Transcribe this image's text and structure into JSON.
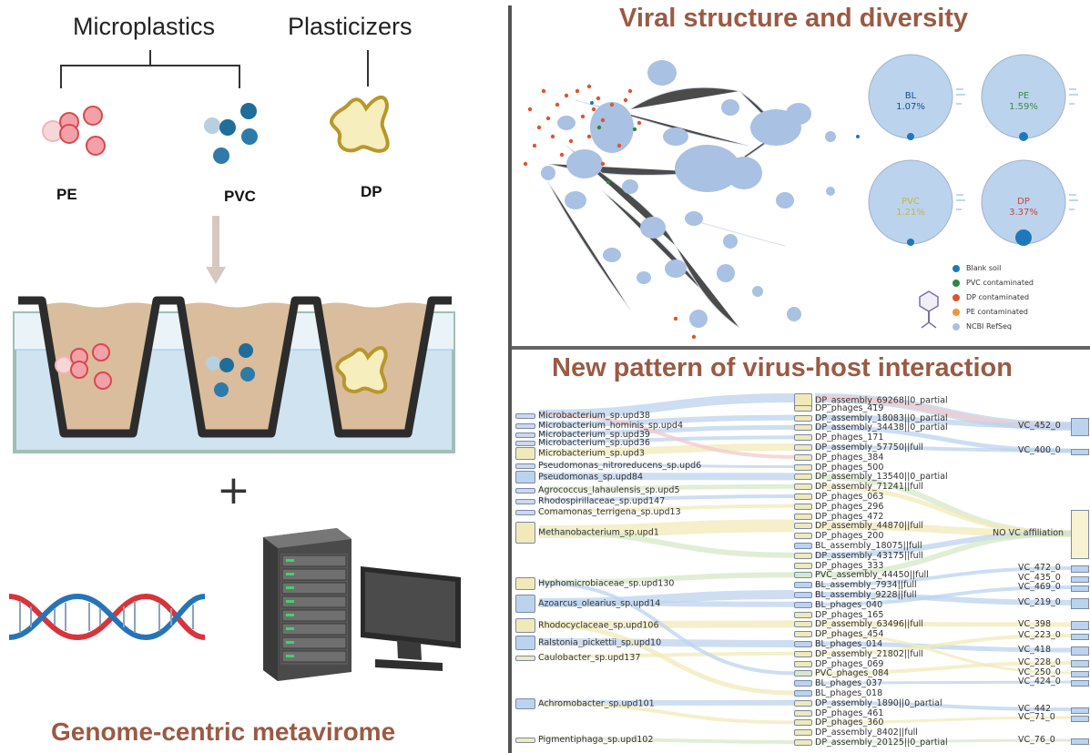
{
  "colors": {
    "title_brown": "#9a5a43",
    "pe_red": "#d9484e",
    "pvc_blue": "#1f6d99",
    "dp_yellow": "#f1e9b8",
    "soil": "#d9bd9c",
    "water": "#cfe3f1",
    "network_node": "#a9c1e2",
    "dna_red": "#d8343a",
    "dna_blue": "#2574b8",
    "legend_blank": "#1f79b8",
    "legend_pvc": "#2a8a3a",
    "legend_dp": "#e0542d",
    "legend_pe": "#f29533",
    "legend_ncbi": "#a9c1e2"
  },
  "left": {
    "microplastics": "Microplastics",
    "plasticizers": "Plasticizers",
    "pe": "PE",
    "pvc": "PVC",
    "dp": "DP",
    "plus": "+",
    "bottom_title": "Genome-centric metavirome",
    "icons": [
      "pe-particles-icon",
      "pvc-particles-icon",
      "dp-plasticizer-icon",
      "down-arrow-icon",
      "pots-in-water-tray",
      "dna-helix-icon",
      "server-rack-icon",
      "monitor-icon"
    ]
  },
  "top_right": {
    "title": "Viral structure and diversity",
    "pies": [
      {
        "name": "BL",
        "pct": "1.07%",
        "color": "#1a4b8a"
      },
      {
        "name": "PE",
        "pct": "1.59%",
        "color": "#3f8a4a"
      },
      {
        "name": "PVC",
        "pct": "1.21%",
        "color": "#c9b53a"
      },
      {
        "name": "DP",
        "pct": "3.37%",
        "color": "#c0453f"
      }
    ],
    "legend": [
      "Blank soil",
      "PVC contaminated",
      "DP contaminated",
      "PE contaminated",
      "NCBI RefSeq"
    ]
  },
  "bottom_right": {
    "title": "New pattern of virus-host interaction",
    "hosts": [
      "Microbacterium_sp.upd38",
      "Microbacterium_hominis_sp.upd4",
      "Microbacterium_sp.upd39",
      "Microbacterium_sp.upd36",
      "Microbacterium_sp.upd3",
      "Pseudomonas_nitroreducens_sp.upd6",
      "Pseudomonas_sp.upd84",
      "Agrococcus_lahaulensis_sp.upd5",
      "Rhodospirillaceae_sp.upd147",
      "Comamonas_terrigena_sp.upd13",
      "Methanobacterium_sp.upd1",
      "Hyphomicrobiaceae_sp.upd130",
      "Azoarcus_olearius_sp.upd14",
      "Rhodocyclaceae_sp.upd106",
      "Ralstonia_pickettii_sp.upd10",
      "Caulobacter_sp.upd137",
      "Achromobacter_sp.upd101",
      "Pigmentiphaga_sp.upd102"
    ],
    "viruses": [
      "DP_assembly_69268||0_partial",
      "DP_phages_419",
      "DP_assembly_18083||0_partial",
      "DP_assembly_34438||0_partial",
      "DP_phages_171",
      "DP_assembly_57750||full",
      "DP_phages_384",
      "DP_phages_500",
      "DP_assembly_13540||0_partial",
      "DP_assembly_71241||full",
      "DP_phages_063",
      "DP_phages_296",
      "DP_phages_472",
      "DP_assembly_44870||full",
      "DP_phages_200",
      "BL_assembly_18075||full",
      "DP_assembly_43175||full",
      "DP_phages_333",
      "PVC_assembly_44450||full",
      "BL_assembly_7934||full",
      "BL_assembly_9228||full",
      "BL_phages_040",
      "DP_phages_165",
      "DP_assembly_63496||full",
      "DP_phages_454",
      "BL_phages_014",
      "DP_assembly_21802||full",
      "DP_phages_069",
      "PVC_phages_084",
      "BL_phages_037",
      "BL_phages_018",
      "DP_assembly_1890||0_partial",
      "DP_phages_461",
      "DP_phages_360",
      "DP_assembly_8402||full",
      "DP_assembly_20125||0_partial"
    ],
    "clusters": [
      "VC_452_0",
      "VC_400_0",
      "NO VC affiliation",
      "VC_472_0",
      "VC_435_0",
      "VC_469_0",
      "VC_219_0",
      "VC_398",
      "VC_223_0",
      "VC_418",
      "VC_228_0",
      "VC_250_0",
      "VC_424_0",
      "VC_442",
      "VC_71_0",
      "VC_76_0"
    ]
  }
}
